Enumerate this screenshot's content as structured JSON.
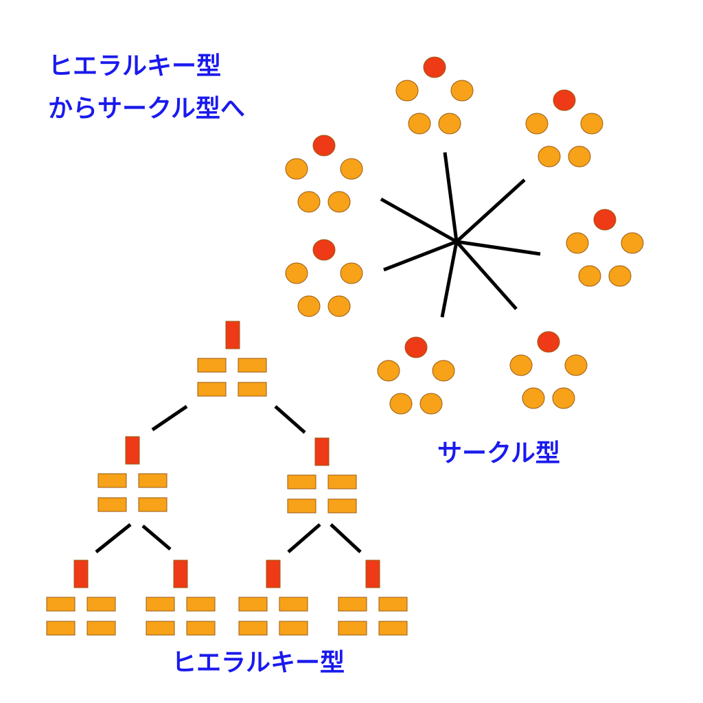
{
  "title": {
    "line1": "ヒエラルキー型",
    "line2": "からサークル型へ"
  },
  "circle_label": "サークル型",
  "hierarchy_label": "ヒエラルキー型",
  "colors": {
    "text": "#1a1aee",
    "leader": "#ee3a16",
    "member": "#f7a218",
    "outline": "#9a5a14",
    "line": "#000000"
  }
}
